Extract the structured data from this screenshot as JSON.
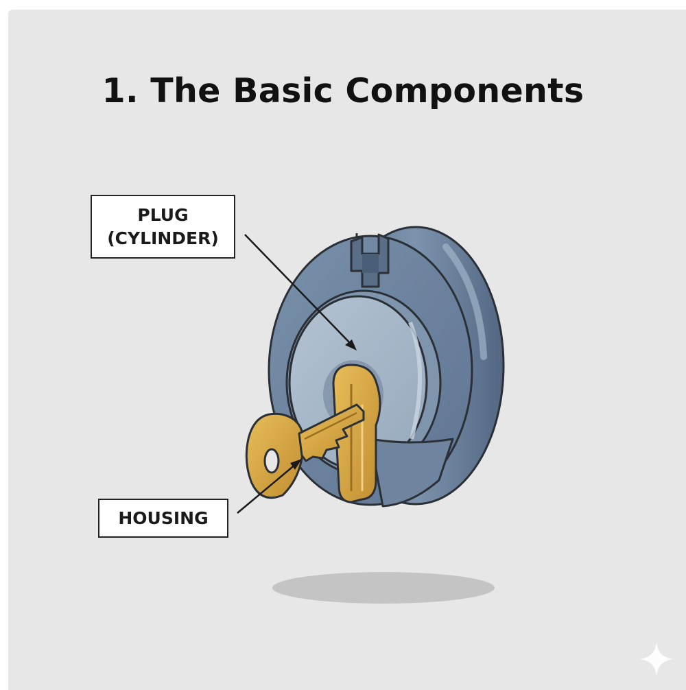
{
  "title": "1. The Basic Components",
  "labels": {
    "plug_line1": "PLUG",
    "plug_line2": "(CYLINDER)",
    "housing": "HOUSING"
  },
  "colors": {
    "background": "#e7e7e7",
    "housing_body": "#6f859f",
    "plug_face": "#a3b5c6",
    "key_gold": "#d7a745",
    "outline": "#2b2f36"
  },
  "icons": {
    "watermark": "sparkle-icon"
  }
}
